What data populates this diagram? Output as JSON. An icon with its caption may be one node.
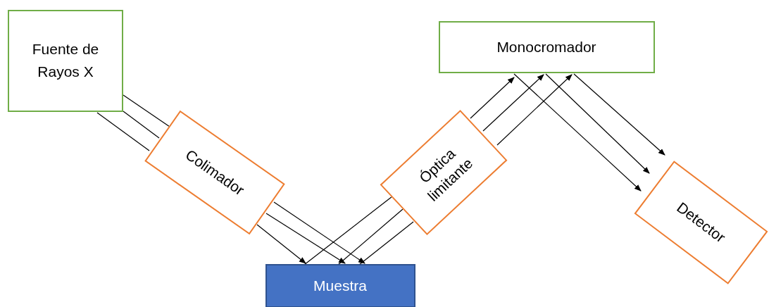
{
  "diagram": {
    "nodes": [
      {
        "text": [
          "Fuente de Rayos X"
        ]
      },
      {
        "text": [
          "Colimador"
        ]
      },
      {
        "text": [
          "Muestra"
        ]
      },
      {
        "text": [
          "Óptica limitante"
        ]
      },
      {
        "text": [
          "Monocromador"
        ]
      },
      {
        "text": [
          "Detector"
        ]
      }
    ],
    "edges": [
      {
        "from": 0,
        "to": 1,
        "arrow": "none"
      },
      {
        "from": 0,
        "to": 1,
        "arrow": "none"
      },
      {
        "from": 0,
        "to": 1,
        "arrow": "none"
      },
      {
        "from": 1,
        "to": 2,
        "arrow": "to"
      },
      {
        "from": 1,
        "to": 2,
        "arrow": "to"
      },
      {
        "from": 1,
        "to": 2,
        "arrow": "to"
      },
      {
        "from": 2,
        "to": 3,
        "arrow": "none"
      },
      {
        "from": 2,
        "to": 3,
        "arrow": "none"
      },
      {
        "from": 2,
        "to": 3,
        "arrow": "none"
      },
      {
        "from": 3,
        "to": 4,
        "arrow": "to"
      },
      {
        "from": 3,
        "to": 4,
        "arrow": "to"
      },
      {
        "from": 3,
        "to": 4,
        "arrow": "to"
      },
      {
        "from": 4,
        "to": 5,
        "arrow": "to"
      },
      {
        "from": 4,
        "to": 5,
        "arrow": "to"
      },
      {
        "from": 4,
        "to": 5,
        "arrow": "to"
      }
    ]
  }
}
